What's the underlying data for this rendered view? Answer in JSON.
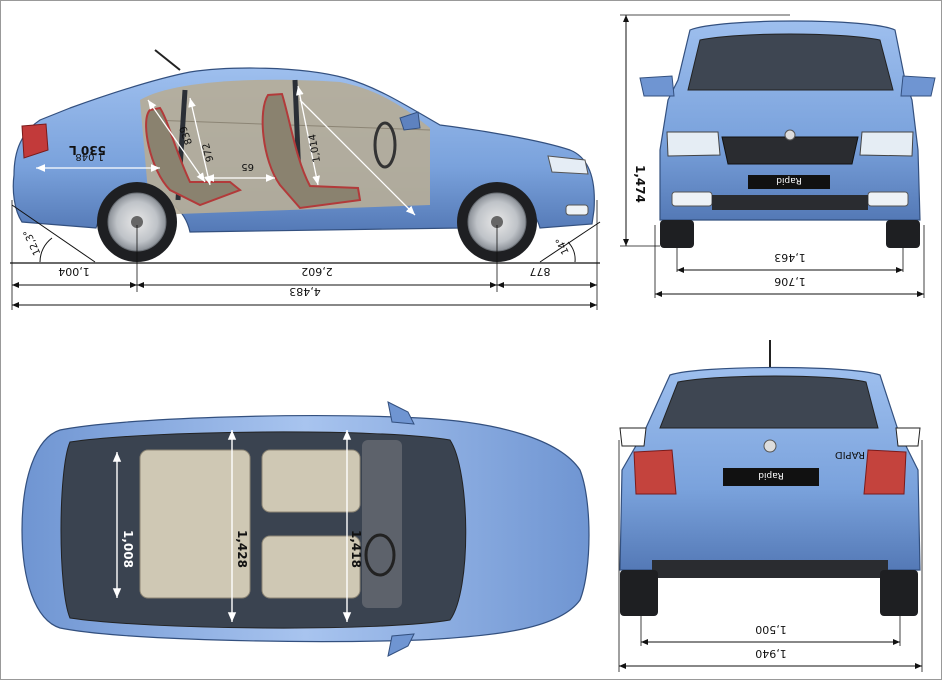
{
  "side": {
    "trunk": "530 L",
    "trunk_len": "1,048",
    "seat_a": "839",
    "seat_b": "972",
    "seat_c": "65",
    "headroom": "1,014",
    "angle_front": "12,3°",
    "angle_rear": "14°",
    "overhang_rear": "1,004",
    "wheelbase": "2,602",
    "overhang_front": "877",
    "length": "4,483"
  },
  "front": {
    "height": "1,474",
    "track": "1,463",
    "width": "1,706",
    "plate": "Rapid"
  },
  "top": {
    "rear_width": "1,008",
    "mid_width": "1,428",
    "front_width": "1,418"
  },
  "rear": {
    "plate": "Rapid",
    "badge": "RAPID",
    "track": "1,500",
    "width_mirrors": "1,940"
  },
  "colors": {
    "body": "#7fa6dd",
    "body_dark": "#4f78b8",
    "glass": "#3a4350",
    "interior": "#b9b19c",
    "seat_outline": "#b23a3a",
    "line": "#1a1a1a"
  }
}
